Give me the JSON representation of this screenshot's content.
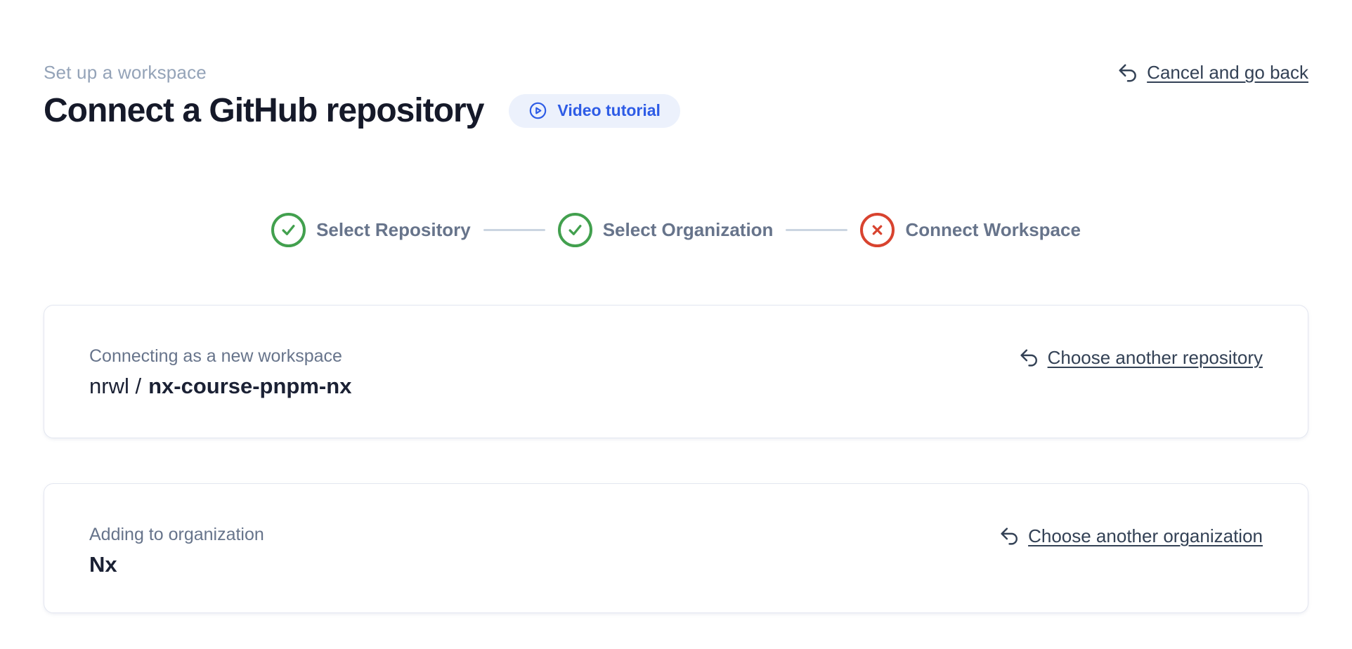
{
  "header": {
    "eyebrow": "Set up a workspace",
    "title": "Connect a GitHub repository",
    "video_button": {
      "label": "Video tutorial",
      "icon": "play-circle-icon"
    },
    "cancel_link": {
      "label": "Cancel and go back",
      "icon": "undo-icon"
    }
  },
  "stepper": {
    "steps": [
      {
        "label": "Select Repository",
        "status": "complete",
        "icon": "check-circle-icon"
      },
      {
        "label": "Select Organization",
        "status": "complete",
        "icon": "check-circle-icon"
      },
      {
        "label": "Connect Workspace",
        "status": "error",
        "icon": "x-circle-icon"
      }
    ]
  },
  "repository_card": {
    "label": "Connecting as a new workspace",
    "owner": "nrwl /",
    "repo": "nx-course-pnpm-nx",
    "action": {
      "label": "Choose another repository",
      "icon": "undo-icon"
    }
  },
  "organization_card": {
    "label": "Adding to organization",
    "org": "Nx",
    "action": {
      "label": "Choose another organization",
      "icon": "undo-icon"
    }
  },
  "colors": {
    "success_green": "#42a04e",
    "error_red": "#d8432f",
    "accent_blue": "#2e5ce6",
    "pill_background": "#ecf1fc",
    "heading_text": "#151929",
    "muted_text": "#67748b",
    "faded_text": "#94a3b8",
    "link_text": "#334155",
    "card_border": "#e3e6f0",
    "connector_gray": "#cbd5e1"
  }
}
